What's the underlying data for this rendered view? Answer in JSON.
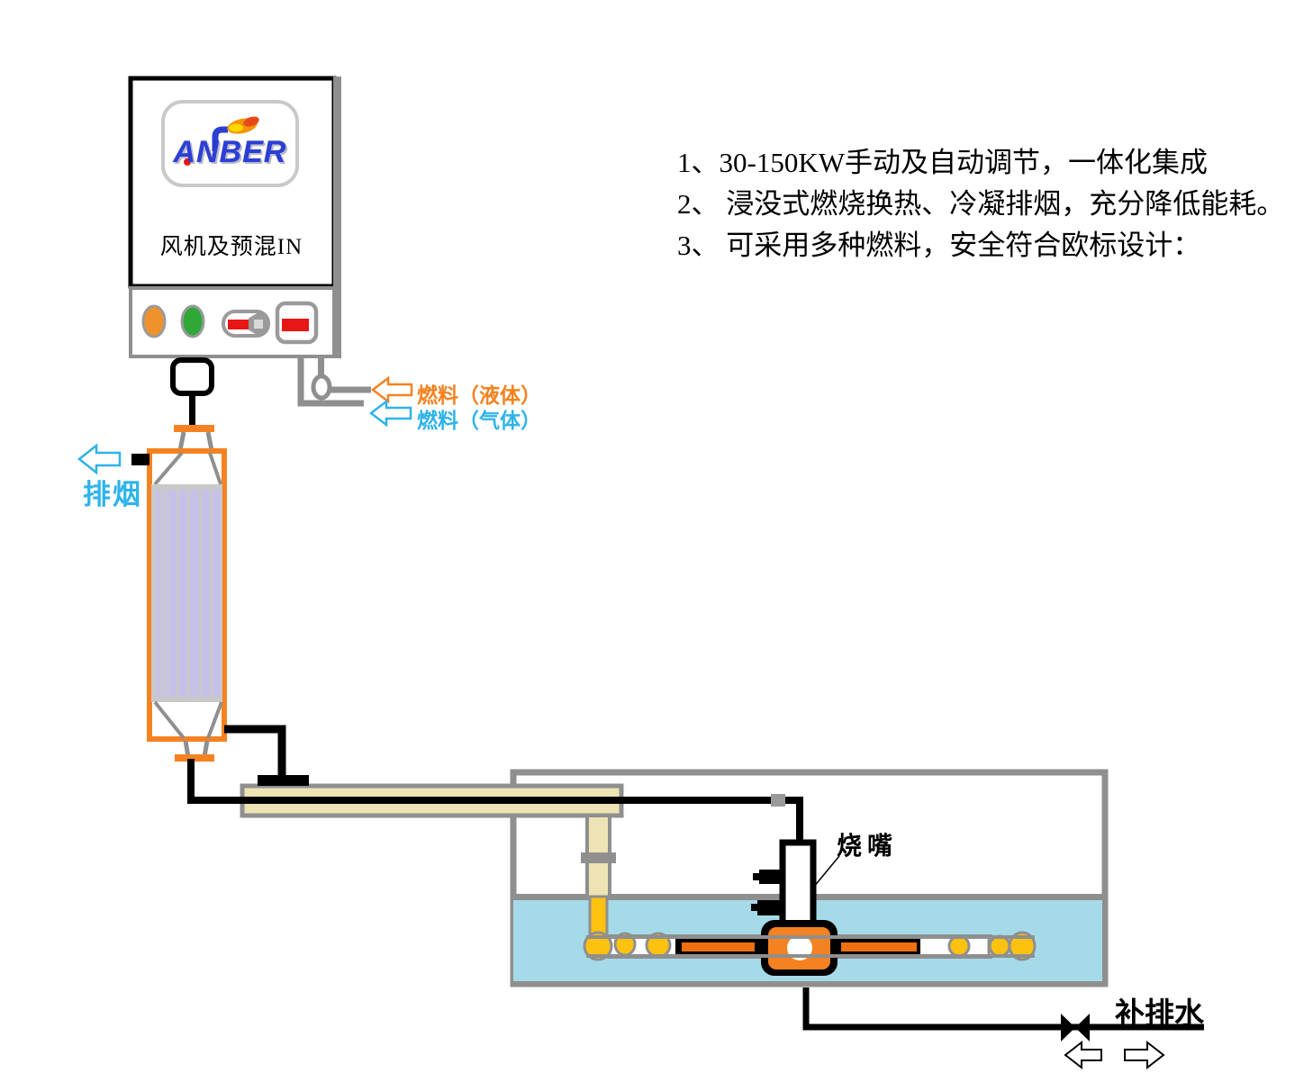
{
  "control_unit": {
    "logo_text": "ANBER",
    "panel_label": "风机及预混IN"
  },
  "notes": {
    "line1": "1、30-150KW手动及自动调节，一体化集成",
    "line2": "2、 浸没式燃烧换热、冷凝排烟，充分降低能耗。",
    "line3": "3、 可采用多种燃料，安全符合欧标设计："
  },
  "labels": {
    "exhaust": "排烟",
    "fuel_liquid": "燃料（液体）",
    "fuel_gas": "燃料（气体）",
    "burner_nozzle": "烧嘴",
    "water_makeup_drain": "补排水"
  },
  "colors": {
    "orange": "#F58220",
    "blue": "#2EB3EA",
    "water": "#A5DBE8",
    "beige": "#EDE3B4",
    "yellow": "#FDC110",
    "gray": "#8F8F8F",
    "lavender": "#C6C1E9",
    "red": "#E81616",
    "green": "#2FA838",
    "logo_blue": "#2B3FD6"
  }
}
